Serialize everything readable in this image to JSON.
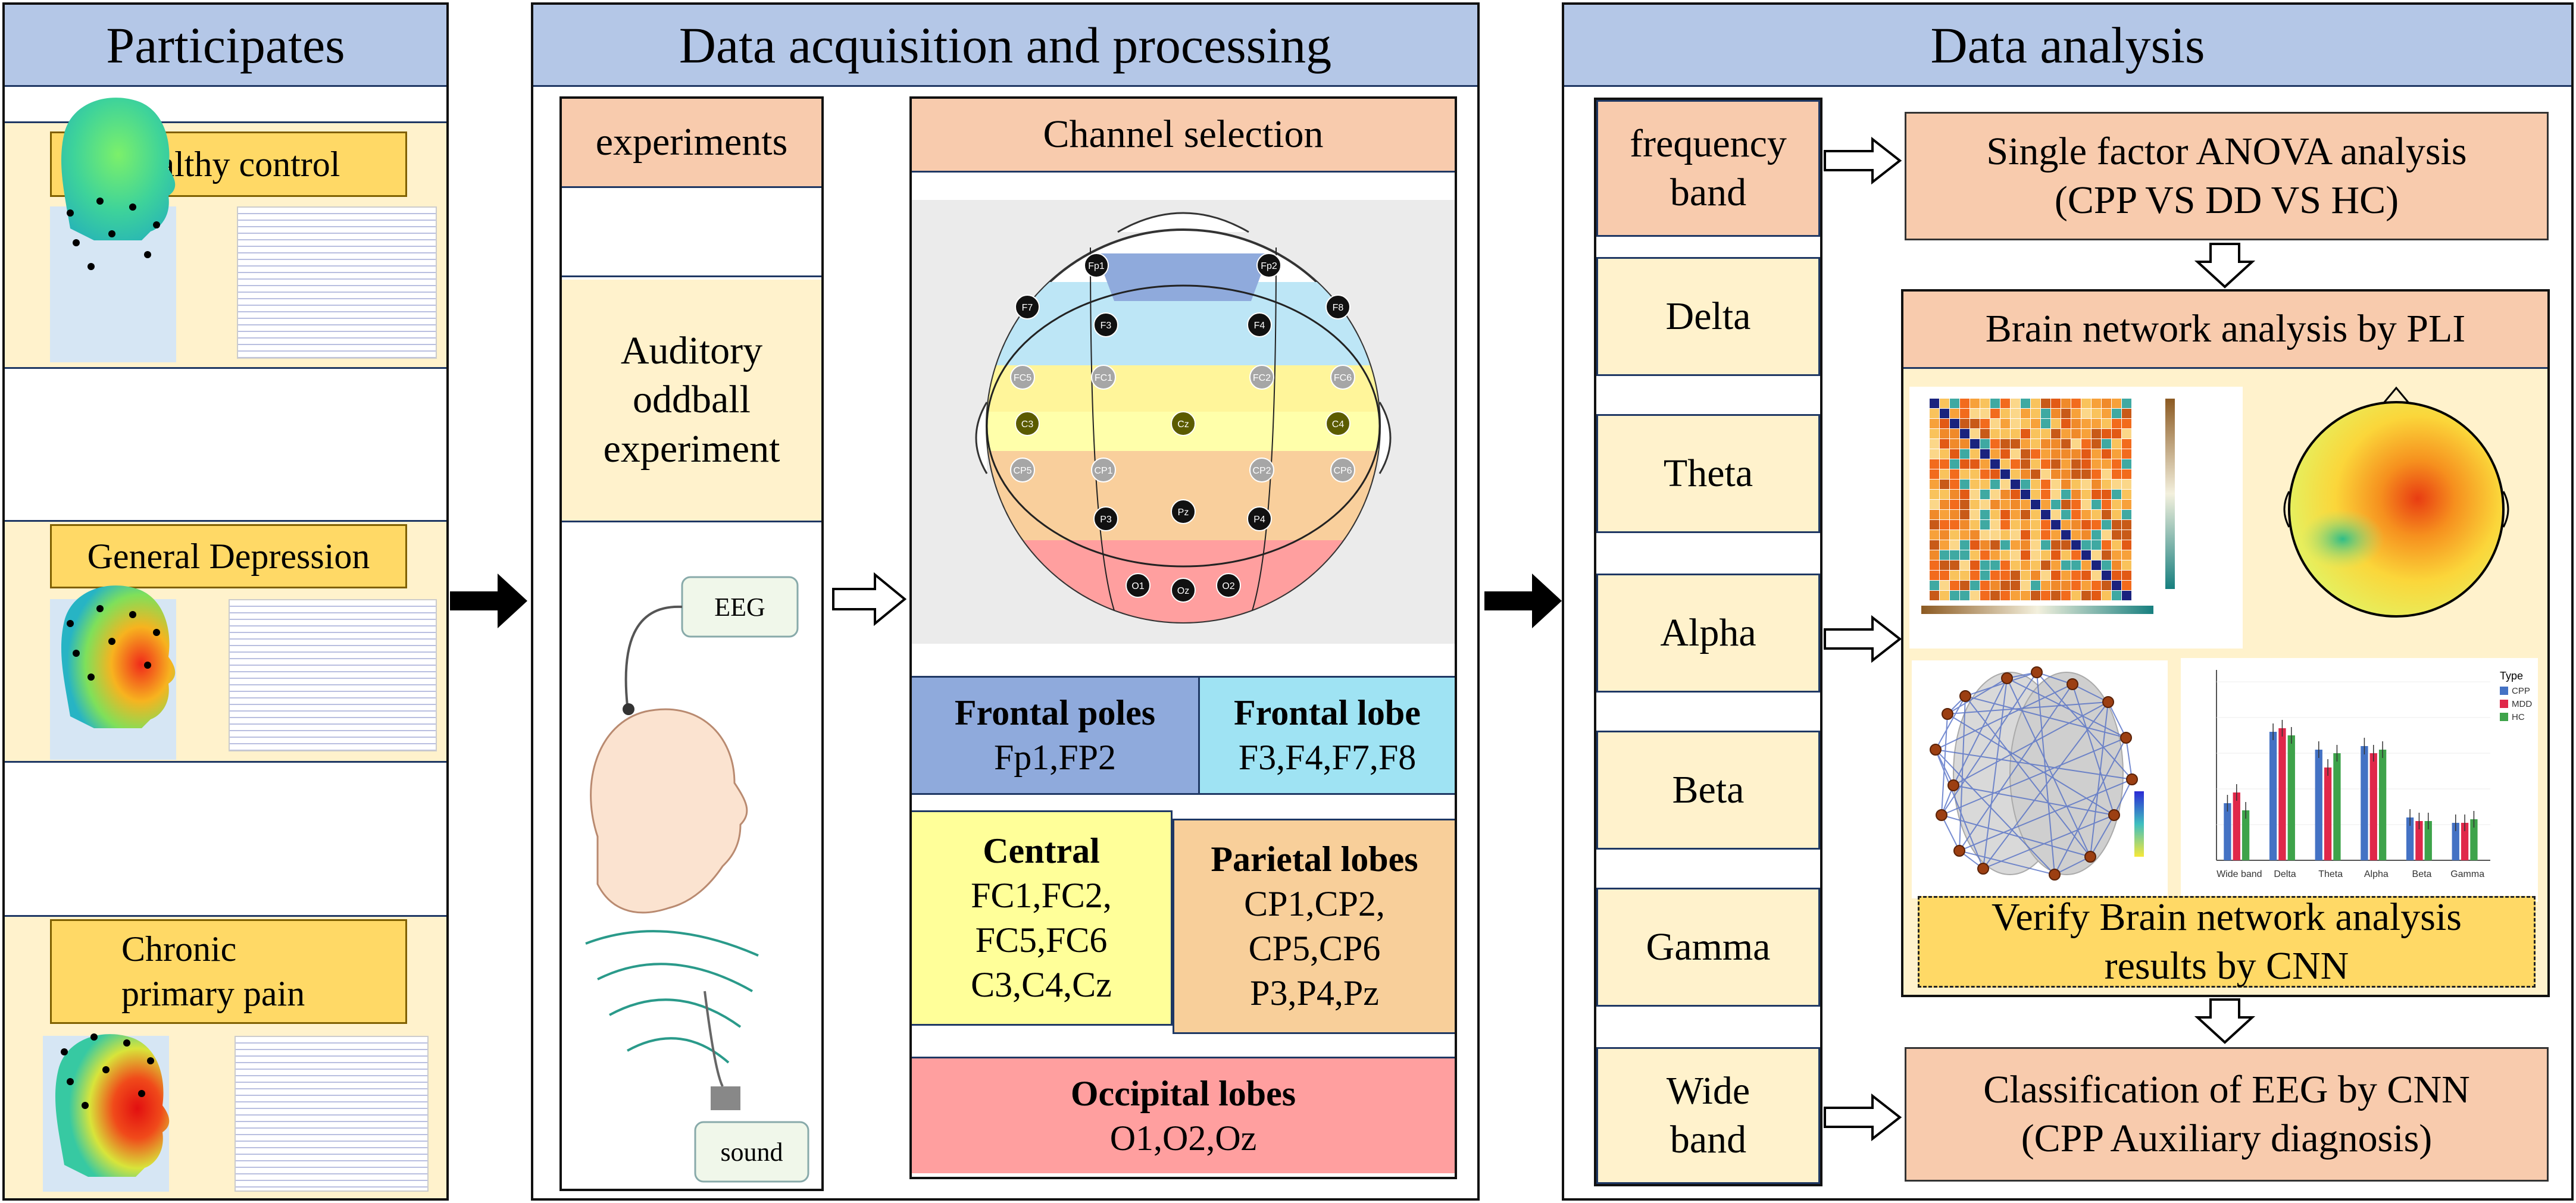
{
  "participants": {
    "title": "Participates",
    "groups": [
      {
        "label": "Healthy control"
      },
      {
        "label": "General Depression"
      },
      {
        "label": "Chronic primary pain"
      }
    ]
  },
  "acquisition": {
    "title": "Data acquisition and processing",
    "experiments_label": "experiments",
    "experiment_name": "Auditory oddball experiment",
    "eeg_label": "EEG",
    "sound_label": "sound",
    "channel_selection_label": "Channel selection",
    "electrodes": [
      "Fp1",
      "Fp2",
      "F7",
      "F3",
      "F4",
      "F8",
      "FC5",
      "FC1",
      "FC2",
      "FC6",
      "C3",
      "Cz",
      "C4",
      "CP5",
      "CP1",
      "CP2",
      "CP6",
      "P3",
      "Pz",
      "P4",
      "O1",
      "Oz",
      "O2"
    ],
    "regions": [
      {
        "name": "Frontal poles",
        "channels": "Fp1,FP2",
        "color": "#8faadc"
      },
      {
        "name": "Frontal lobe",
        "channels": "F3,F4,F7,F8",
        "color": "#9fe3f3"
      },
      {
        "name": "Central",
        "channels_lines": [
          "FC1,FC2,",
          "FC5,FC6",
          "C3,C4,Cz"
        ],
        "color": "#ffff99"
      },
      {
        "name": "Parietal lobes",
        "channels_lines": [
          "CP1,CP2,",
          "CP5,CP6",
          "P3,P4,Pz"
        ],
        "color": "#f8cf9a"
      },
      {
        "name": "Occipital lobes",
        "channels": "O1,O2,Oz",
        "color": "#ff9f9f"
      }
    ]
  },
  "analysis": {
    "title": "Data analysis",
    "bands": [
      "frequency band",
      "Delta",
      "Theta",
      "Alpha",
      "Beta",
      "Gamma",
      "Wide band"
    ],
    "anova": "Single factor ANOVA analysis (CPP VS DD VS HC)",
    "anova_lines": [
      "Single factor ANOVA analysis",
      "(CPP VS DD VS HC)"
    ],
    "pli": "Brain network analysis by PLI",
    "verify_lines": [
      "Verify Brain network analysis",
      "results by CNN"
    ],
    "classify_lines": [
      "Classification of EEG by CNN",
      "(CPP Auxiliary diagnosis)"
    ],
    "bar_chart": {
      "categories": [
        "Wide band",
        "Delta",
        "Theta",
        "Alpha",
        "Beta",
        "Gamma"
      ],
      "legend_title": "Type",
      "series": [
        {
          "name": "CPP",
          "color": "#4472c4",
          "values": [
            0.32,
            0.72,
            0.62,
            0.64,
            0.24,
            0.21
          ]
        },
        {
          "name": "MDD",
          "color": "#e0284a",
          "values": [
            0.38,
            0.74,
            0.52,
            0.6,
            0.22,
            0.21
          ]
        },
        {
          "name": "HC",
          "color": "#3ea34a",
          "values": [
            0.28,
            0.7,
            0.6,
            0.62,
            0.22,
            0.23
          ]
        }
      ]
    }
  },
  "colors": {
    "header": "#b4c7e7",
    "cream": "#fff2cc",
    "salmon": "#f8cbad",
    "yellow": "#ffd966"
  }
}
